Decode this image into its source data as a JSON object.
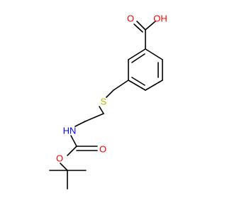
{
  "atoms": [
    {
      "id": "O_acid_OH",
      "label": "OH",
      "color": "#ff0000"
    },
    {
      "id": "O_acid_carbonyl",
      "label": "O",
      "color": "#ff0000"
    },
    {
      "id": "S_thioether",
      "label": "S",
      "color": "#b8b800"
    },
    {
      "id": "N_amine",
      "label": "HN",
      "color": "#0000ff"
    },
    {
      "id": "O_carbamate_carbonyl",
      "label": "O",
      "color": "#ff0000"
    },
    {
      "id": "O_carbamate_ester",
      "label": "O",
      "color": "#ff0000"
    }
  ],
  "colors": {
    "bond": "#000000",
    "oxygen": "#ff0000",
    "nitrogen": "#0000ff",
    "sulfur": "#b8b800"
  }
}
